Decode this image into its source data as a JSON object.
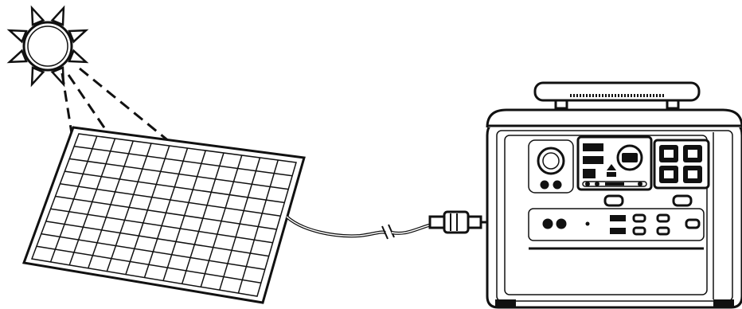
{
  "figure": {
    "elements": [
      "sun-icon",
      "solar-panel",
      "cable",
      "solar-connector",
      "power-station"
    ],
    "colors": {
      "line": "#111111",
      "background": "#ffffff"
    }
  }
}
